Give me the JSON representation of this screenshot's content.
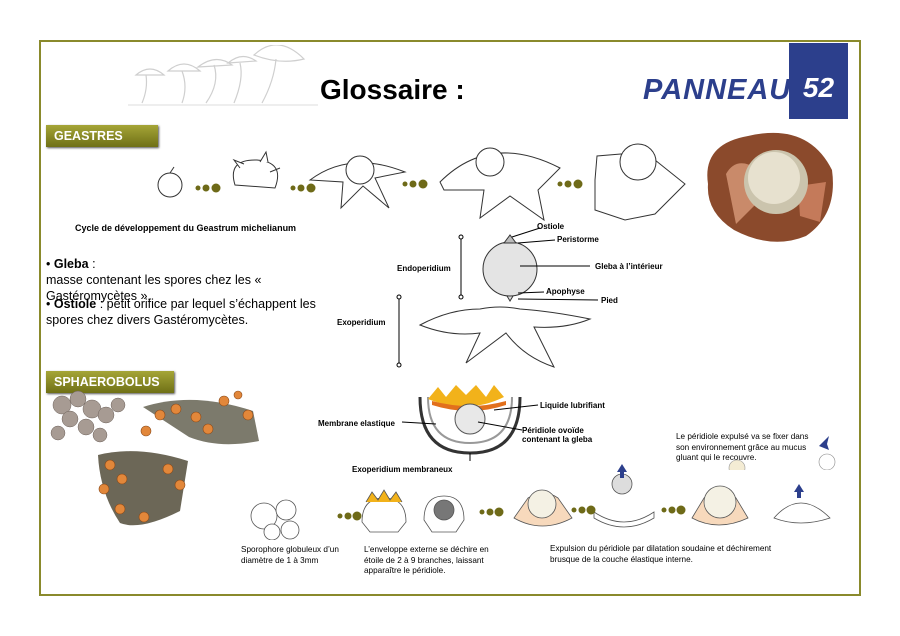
{
  "header": {
    "title": "Glossaire :",
    "panneau_word": "PANNEAU",
    "panneau_number": "52"
  },
  "sections": {
    "geastres": "GEASTRES",
    "sphaerobolus": "SPHAEROBOLUS"
  },
  "geastrum": {
    "cycle_caption": "Cycle de développement du Geastrum michelianum",
    "labels": {
      "ostiole": "Ostiole",
      "peristome": "Peristorme",
      "endoperidium": "Endoperidium",
      "gleba_interieur": "Gleba à l’intérieur",
      "apophyse": "Apophyse",
      "pied": "Pied",
      "exoperidium": "Exoperidium"
    }
  },
  "definitions": [
    {
      "term": "Gleba",
      "sep": " :",
      "text": "masse contenant les spores chez les « Gastéromycètes »."
    },
    {
      "term": "Ostiole",
      "sep": " :",
      "text": " petit orifice par lequel s’échappent les spores chez divers Gastéromycètes."
    }
  ],
  "sphaerobolus": {
    "labels": {
      "liquide": "Liquide lubrifiant",
      "membrane": "Membrane elastique",
      "peridiole": "Péridiole ovoïde contenant la gleba",
      "exoperidium": "Exoperidium membraneux"
    },
    "captions": {
      "sporophore": "Sporophore globuleux d’un diamètre de 1 à 3mm",
      "enveloppe": "L’enveloppe externe se déchire en étoile de 2 à 9 branches, laissant apparaître le péridiole.",
      "expulsion": "Expulsion du péridiole par dilatation soudaine et déchirement brusque de la couche élastique interne.",
      "fixation": "Le péridiole expulsé va se fixer dans son environnement grâce au mucus gluant qui le recouvre."
    }
  },
  "colors": {
    "frame": "#8a8a2c",
    "badge": "#8c8c25",
    "panneau_blue": "#2c3f8c",
    "dots": "#6e6a18"
  }
}
